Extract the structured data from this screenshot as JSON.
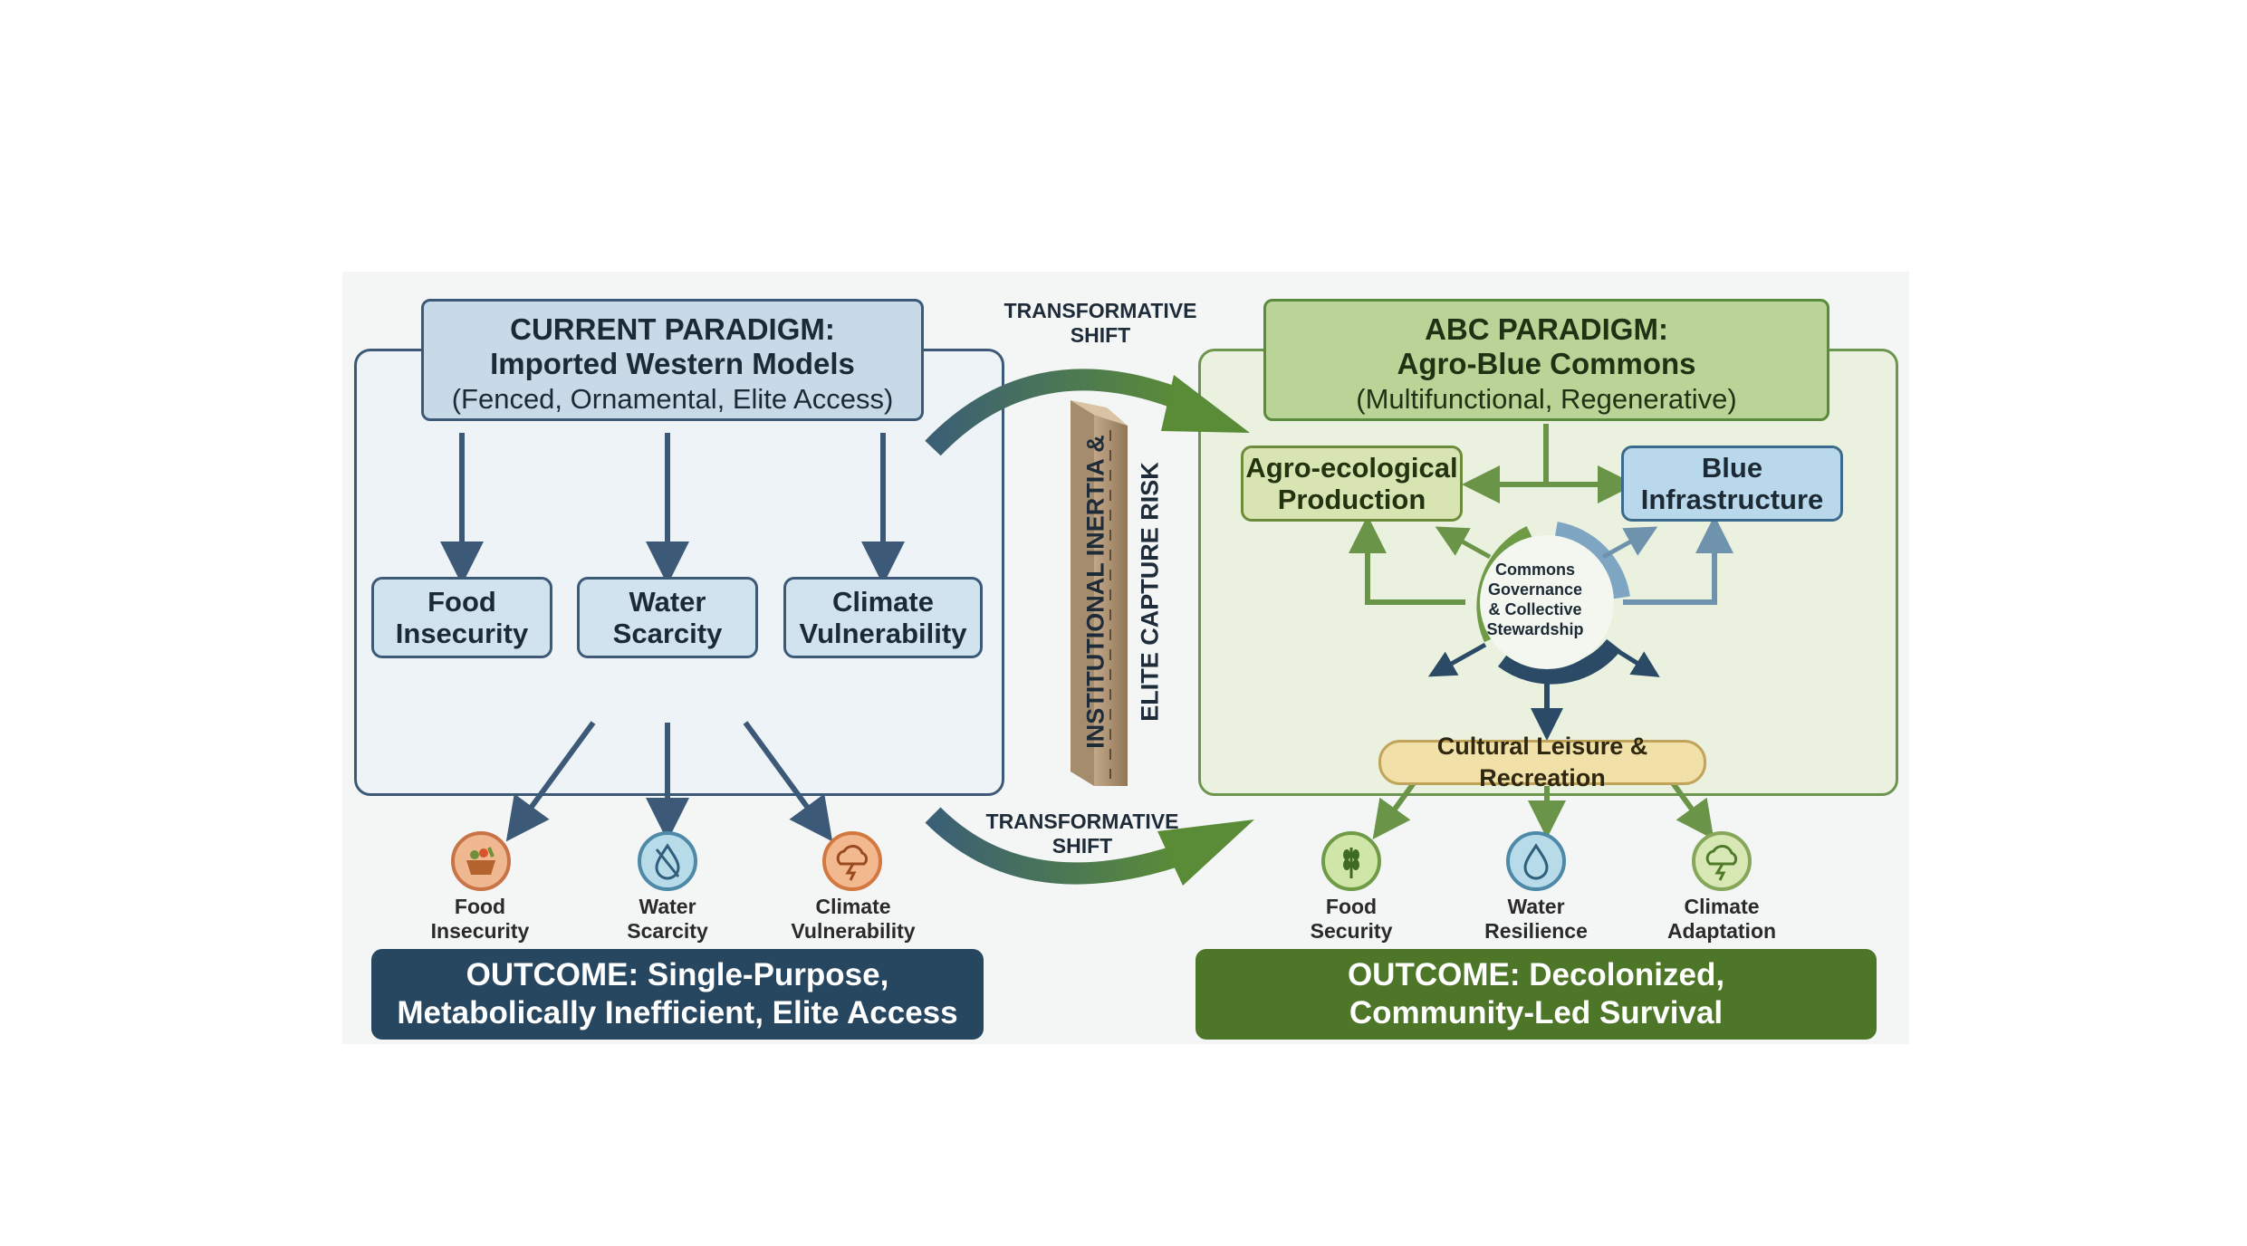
{
  "current_paradigm": {
    "title_line1": "CURRENT PARADIGM:",
    "title_line2": "Imported Western Models",
    "subtitle": "(Fenced, Ornamental, Elite Access)",
    "problems": [
      {
        "line1": "Food",
        "line2": "Insecurity"
      },
      {
        "line1": "Water",
        "line2": "Scarcity"
      },
      {
        "line1": "Climate",
        "line2": "Vulnerability"
      }
    ],
    "icons": [
      {
        "icon": "food-basket-icon",
        "line1": "Food",
        "line2": "Insecurity"
      },
      {
        "icon": "water-drop-crossed-icon",
        "line1": "Water",
        "line2": "Scarcity"
      },
      {
        "icon": "storm-cloud-icon",
        "line1": "Climate",
        "line2": "Vulnerability"
      }
    ],
    "outcome_line1": "OUTCOME: Single-Purpose,",
    "outcome_line2": "Metabolically Inefficient, Elite Access"
  },
  "abc_paradigm": {
    "title_line1": "ABC PARADIGM:",
    "title_line2": "Agro-Blue Commons",
    "subtitle": "(Multifunctional, Regenerative)",
    "agro": {
      "line1": "Agro-ecological",
      "line2": "Production"
    },
    "blue": {
      "line1": "Blue",
      "line2": "Infrastructure"
    },
    "hub": {
      "line1": "Commons",
      "line2": "Governance",
      "line3": "& Collective",
      "line4": "Stewardship"
    },
    "cultural": "Cultural Leisure & Recreation",
    "icons": [
      {
        "icon": "wheat-icon",
        "line1": "Food",
        "line2": "Security"
      },
      {
        "icon": "water-drop-icon",
        "line1": "Water",
        "line2": "Resilience"
      },
      {
        "icon": "cloud-lightning-icon",
        "line1": "Climate",
        "line2": "Adaptation"
      }
    ],
    "outcome_line1": "OUTCOME: Decolonized,",
    "outcome_line2": "Community-Led Survival"
  },
  "shift": {
    "top_line1": "TRANSFORMATIVE",
    "top_line2": "SHIFT",
    "bottom_line1": "TRANSFORMATIVE",
    "bottom_line2": "SHIFT"
  },
  "barrier": {
    "line1": "INSTITUTIONAL INERTIA &",
    "line2": "ELITE CAPTURE RISK"
  },
  "colors": {
    "current_dark": "#27465f",
    "current_frame": "#3c5a78",
    "abc_dark": "#4e7628",
    "abc_frame": "#6c9650",
    "shift_arrow": "#3f6a3f",
    "cultural": "#f1e0a8"
  }
}
